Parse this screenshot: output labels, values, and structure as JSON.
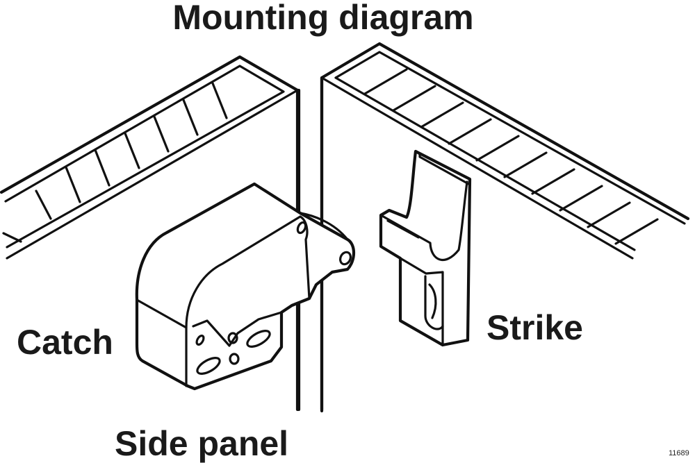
{
  "diagram": {
    "title": "Mounting diagram",
    "labels": {
      "catch": "Catch",
      "strike": "Strike",
      "side_panel": "Side panel"
    },
    "figure_number": "11689",
    "components": [
      "left cabinet panel with shelf edge",
      "right cabinet panel with shelf edge",
      "catch",
      "strike",
      "side panel"
    ]
  }
}
